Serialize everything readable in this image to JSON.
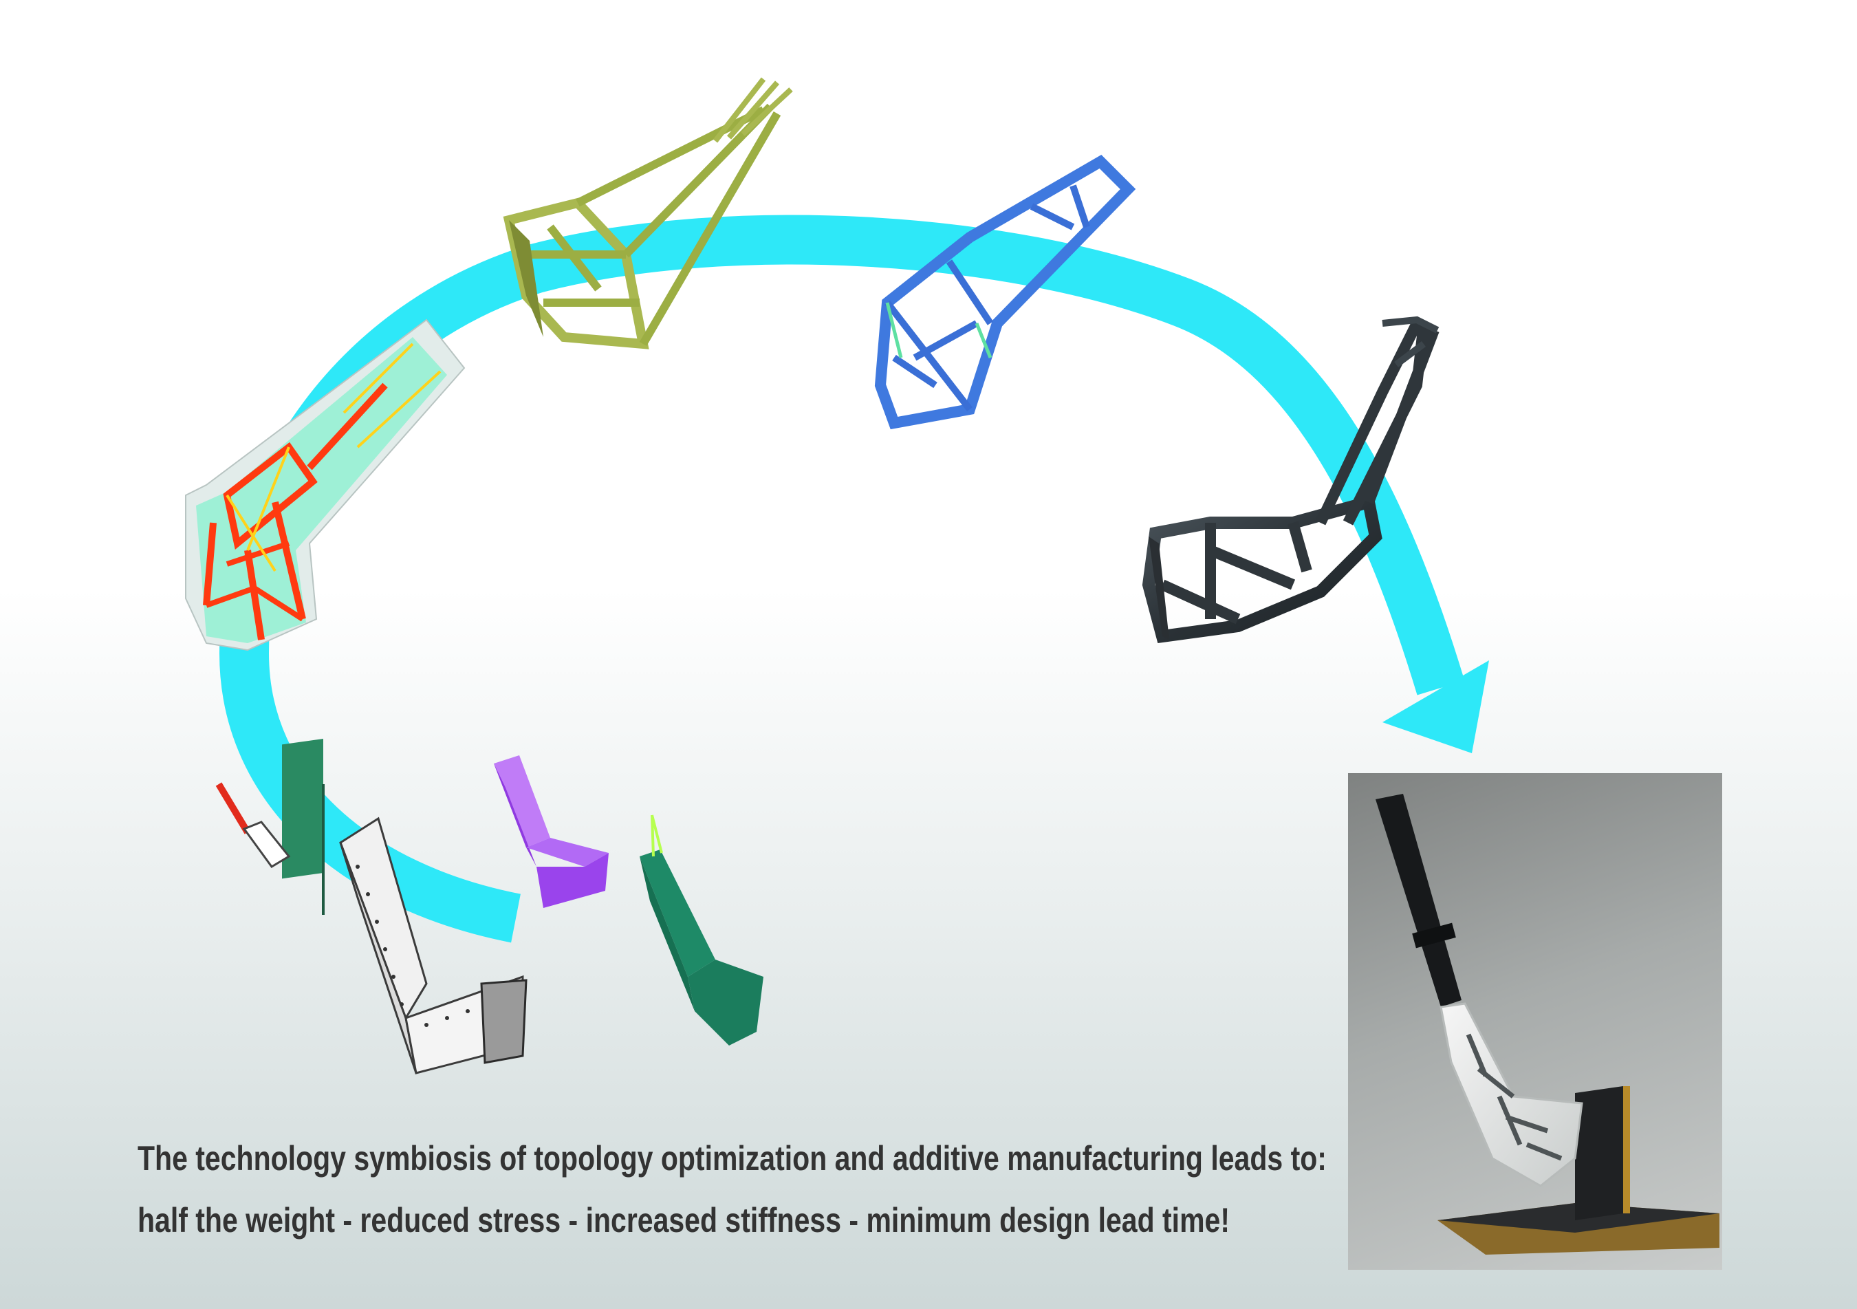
{
  "caption": {
    "line1": "The technology symbiosis of topology optimization and additive manufacturing leads to:",
    "line2": "half the weight - reduced stress - increased stiffness - minimum design lead time!"
  },
  "colors": {
    "arrow": "#2ee8f8",
    "background_top": "#ffffff",
    "background_bottom": "#cdd8d8",
    "stress_model": "#9ef0d6",
    "stress_hotspot": "#ff3a10",
    "green_lattice": "#a9b850",
    "blue_lattice": "#3f79df",
    "printed_part": "#2f363b",
    "mesh_green": "#1e8a67",
    "design_space": "#a34df0",
    "sheet_metal": "#f1f1f1"
  },
  "stages": [
    {
      "id": "original-bracket",
      "icon": "red-lever-and-green-plate"
    },
    {
      "id": "riveted-sheet-metal-bracket",
      "icon": "riveted-box-beam"
    },
    {
      "id": "design-space",
      "icon": "purple-block"
    },
    {
      "id": "fe-mesh",
      "icon": "green-mesh"
    },
    {
      "id": "stress-analysis",
      "icon": "stress-colored-lattice"
    },
    {
      "id": "topology-result",
      "icon": "green-lattice"
    },
    {
      "id": "smoothed-design",
      "icon": "blue-lattice"
    },
    {
      "id": "printed-part",
      "icon": "dark-lattice"
    },
    {
      "id": "final-photo",
      "icon": "photo-of-printed-bracket"
    }
  ]
}
